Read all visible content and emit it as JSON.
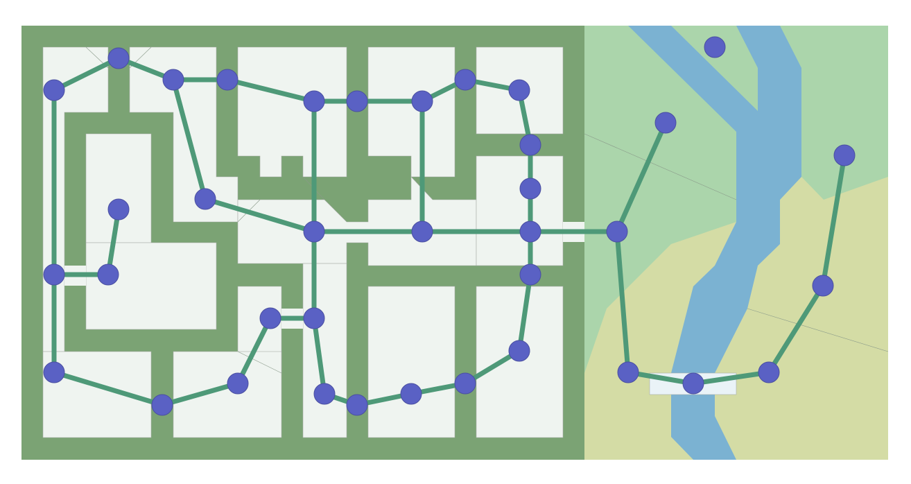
{
  "colors": {
    "background": "#ffffff",
    "wall": "#7ba374",
    "floor": "#eff4f0",
    "land_green": "#abd5ab",
    "land_yellow": "#d4dca5",
    "river": "#7bb2d2",
    "bridge": "#eaf3f7",
    "edge": "#4e9978",
    "node": "#5a61c4"
  },
  "graph": {
    "nodes": [
      {
        "id": "n1"
      },
      {
        "id": "n2"
      },
      {
        "id": "n3"
      },
      {
        "id": "n4"
      },
      {
        "id": "n5"
      },
      {
        "id": "n6"
      },
      {
        "id": "n7"
      },
      {
        "id": "n8"
      },
      {
        "id": "n9"
      },
      {
        "id": "n10"
      },
      {
        "id": "n11"
      },
      {
        "id": "n12"
      },
      {
        "id": "n13"
      },
      {
        "id": "n14"
      },
      {
        "id": "n15"
      },
      {
        "id": "n16"
      },
      {
        "id": "n17"
      },
      {
        "id": "n18"
      },
      {
        "id": "n19"
      },
      {
        "id": "n20"
      },
      {
        "id": "n21"
      },
      {
        "id": "n22"
      },
      {
        "id": "n23"
      },
      {
        "id": "n24"
      },
      {
        "id": "n25"
      },
      {
        "id": "n26"
      },
      {
        "id": "n27"
      },
      {
        "id": "n28"
      },
      {
        "id": "n29"
      },
      {
        "id": "n30"
      },
      {
        "id": "n31"
      },
      {
        "id": "n32"
      },
      {
        "id": "n33"
      },
      {
        "id": "n34"
      },
      {
        "id": "n35"
      },
      {
        "id": "n36"
      },
      {
        "id": "n37"
      },
      {
        "id": "n38"
      }
    ],
    "edges": [
      [
        "n1",
        "n2"
      ],
      [
        "n2",
        "n3"
      ],
      [
        "n3",
        "n4"
      ],
      [
        "n4",
        "n5"
      ],
      [
        "n5",
        "n6"
      ],
      [
        "n6",
        "n7"
      ],
      [
        "n7",
        "n8"
      ],
      [
        "n8",
        "n9"
      ],
      [
        "n9",
        "n10"
      ],
      [
        "n10",
        "n11"
      ],
      [
        "n3",
        "n12"
      ],
      [
        "n12",
        "n13"
      ],
      [
        "n5",
        "n13"
      ],
      [
        "n7",
        "n14"
      ],
      [
        "n13",
        "n14"
      ],
      [
        "n14",
        "n15"
      ],
      [
        "n11",
        "n15"
      ],
      [
        "n15",
        "n16"
      ],
      [
        "n15",
        "n17"
      ],
      [
        "n1",
        "n18"
      ],
      [
        "n18",
        "n19"
      ],
      [
        "n19",
        "n20"
      ],
      [
        "n18",
        "n21"
      ],
      [
        "n21",
        "n22"
      ],
      [
        "n22",
        "n23"
      ],
      [
        "n23",
        "n24"
      ],
      [
        "n24",
        "n25"
      ],
      [
        "n13",
        "n25"
      ],
      [
        "n25",
        "n26"
      ],
      [
        "n26",
        "n27"
      ],
      [
        "n27",
        "n28"
      ],
      [
        "n28",
        "n29"
      ],
      [
        "n29",
        "n30"
      ],
      [
        "n30",
        "n16"
      ],
      [
        "n17",
        "n31"
      ],
      [
        "n17",
        "n32"
      ],
      [
        "n32",
        "n33"
      ],
      [
        "n33",
        "n34"
      ],
      [
        "n34",
        "n35"
      ],
      [
        "n35",
        "n36"
      ]
    ]
  }
}
